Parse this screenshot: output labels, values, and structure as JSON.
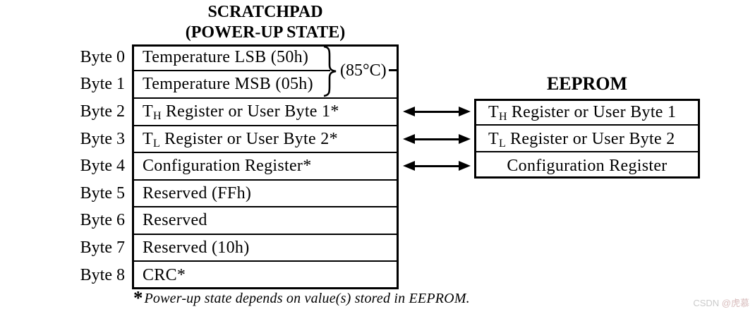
{
  "scratchpad": {
    "title_line1": "SCRATCHPAD",
    "title_line2": "(POWER-UP STATE)",
    "byte_labels": [
      "Byte 0",
      "Byte 1",
      "Byte 2",
      "Byte 3",
      "Byte 4",
      "Byte 5",
      "Byte 6",
      "Byte 7",
      "Byte 8"
    ],
    "rows": [
      {
        "pre": "Temperature LSB (50h)",
        "sub": "",
        "post": ""
      },
      {
        "pre": "Temperature MSB (05h)",
        "sub": "",
        "post": ""
      },
      {
        "pre": "T",
        "sub": "H",
        "post": " Register or User Byte 1*"
      },
      {
        "pre": "T",
        "sub": "L",
        "post": " Register or User Byte 2*"
      },
      {
        "pre": "Configuration Register*",
        "sub": "",
        "post": ""
      },
      {
        "pre": "Reserved (FFh)",
        "sub": "",
        "post": ""
      },
      {
        "pre": "Reserved",
        "sub": "",
        "post": ""
      },
      {
        "pre": "Reserved (10h)",
        "sub": "",
        "post": ""
      },
      {
        "pre": "CRC*",
        "sub": "",
        "post": ""
      }
    ],
    "powerup_value_callout": "(85°C)"
  },
  "eeprom": {
    "title": "EEPROM",
    "rows": [
      {
        "pre": "T",
        "sub": "H",
        "post": " Register or User Byte 1"
      },
      {
        "pre": "T",
        "sub": "L",
        "post": " Register or User Byte 2"
      },
      {
        "pre": "Configuration Register",
        "sub": "",
        "post": ""
      }
    ]
  },
  "footnote": {
    "marker": "*",
    "text": "Power-up state depends on value(s) stored in EEPROM."
  },
  "watermark": {
    "prefix": "CSDN ",
    "handle": "@虎慕"
  },
  "icons": {
    "transfer_arrow": "double-headed-horizontal-arrow",
    "brace": "right-curly-brace"
  },
  "colors": {
    "line": "#000000",
    "background": "#ffffff",
    "watermark_gray": "#cbcbcb",
    "watermark_pink": "#d8bcbc"
  }
}
